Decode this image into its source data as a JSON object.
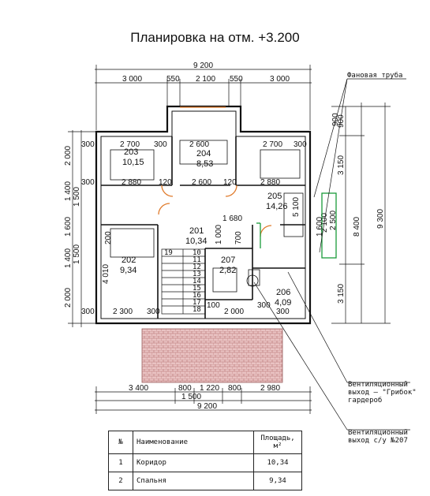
{
  "title": "Планировка на отм. +3.200",
  "dims": {
    "top_total": "9 200",
    "top_parts": [
      "3 000",
      "550",
      "2 100",
      "550",
      "3 000"
    ],
    "bottom_parts": [
      "3 400",
      "800",
      "1 220",
      "800",
      "2 980"
    ],
    "bottom_mid": "1 500",
    "bottom_total": "9 200",
    "left_outer": [
      "2 000",
      "1 400",
      "1 600",
      "1 400",
      "2 000"
    ],
    "left_inner": [
      "1 500",
      "1 500",
      "4 010"
    ],
    "right_outer": "9 300",
    "right_mid": [
      "900",
      "3 150",
      "8 400",
      "3 150"
    ],
    "right_inner": [
      "2 500",
      "2 100"
    ],
    "interior": [
      "2 700",
      "2 600",
      "2 700",
      "2 880",
      "2 600",
      "2 880",
      "300",
      "300",
      "300",
      "300",
      "300",
      "120",
      "120",
      "1 680",
      "300",
      "700",
      "200",
      "2 000",
      "2 300",
      "1 000",
      "300",
      "5 100",
      "1 600",
      "100",
      "900",
      "300"
    ]
  },
  "rooms": [
    {
      "num": "203",
      "area": "10,15"
    },
    {
      "num": "204",
      "area": "8,53"
    },
    {
      "num": "205",
      "area": "14,26"
    },
    {
      "num": "201",
      "area": "10,34"
    },
    {
      "num": "202",
      "area": "9,34"
    },
    {
      "num": "207",
      "area": "2,82"
    },
    {
      "num": "206",
      "area": "4,09"
    }
  ],
  "stair_steps": [
    "10",
    "11",
    "12",
    "13",
    "14",
    "15",
    "16",
    "17",
    "18",
    "19"
  ],
  "callouts": {
    "pipe": "Фановая труба",
    "vent1": "Вентиляционный выход – \"Грибок\" гардероб",
    "vent2": "Вентиляционный выход с/у №207"
  },
  "schedule": {
    "headers": [
      "№",
      "Наименование",
      "Площадь, м²"
    ],
    "rows": [
      {
        "n": "1",
        "name": "Коридор",
        "area": "10,34"
      },
      {
        "n": "2",
        "name": "Спальня",
        "area": "9,34"
      }
    ]
  },
  "colors": {
    "line": "#111111",
    "roof": "#c98b8b",
    "door": "#e07a2a",
    "window": "#1a9a3a"
  }
}
